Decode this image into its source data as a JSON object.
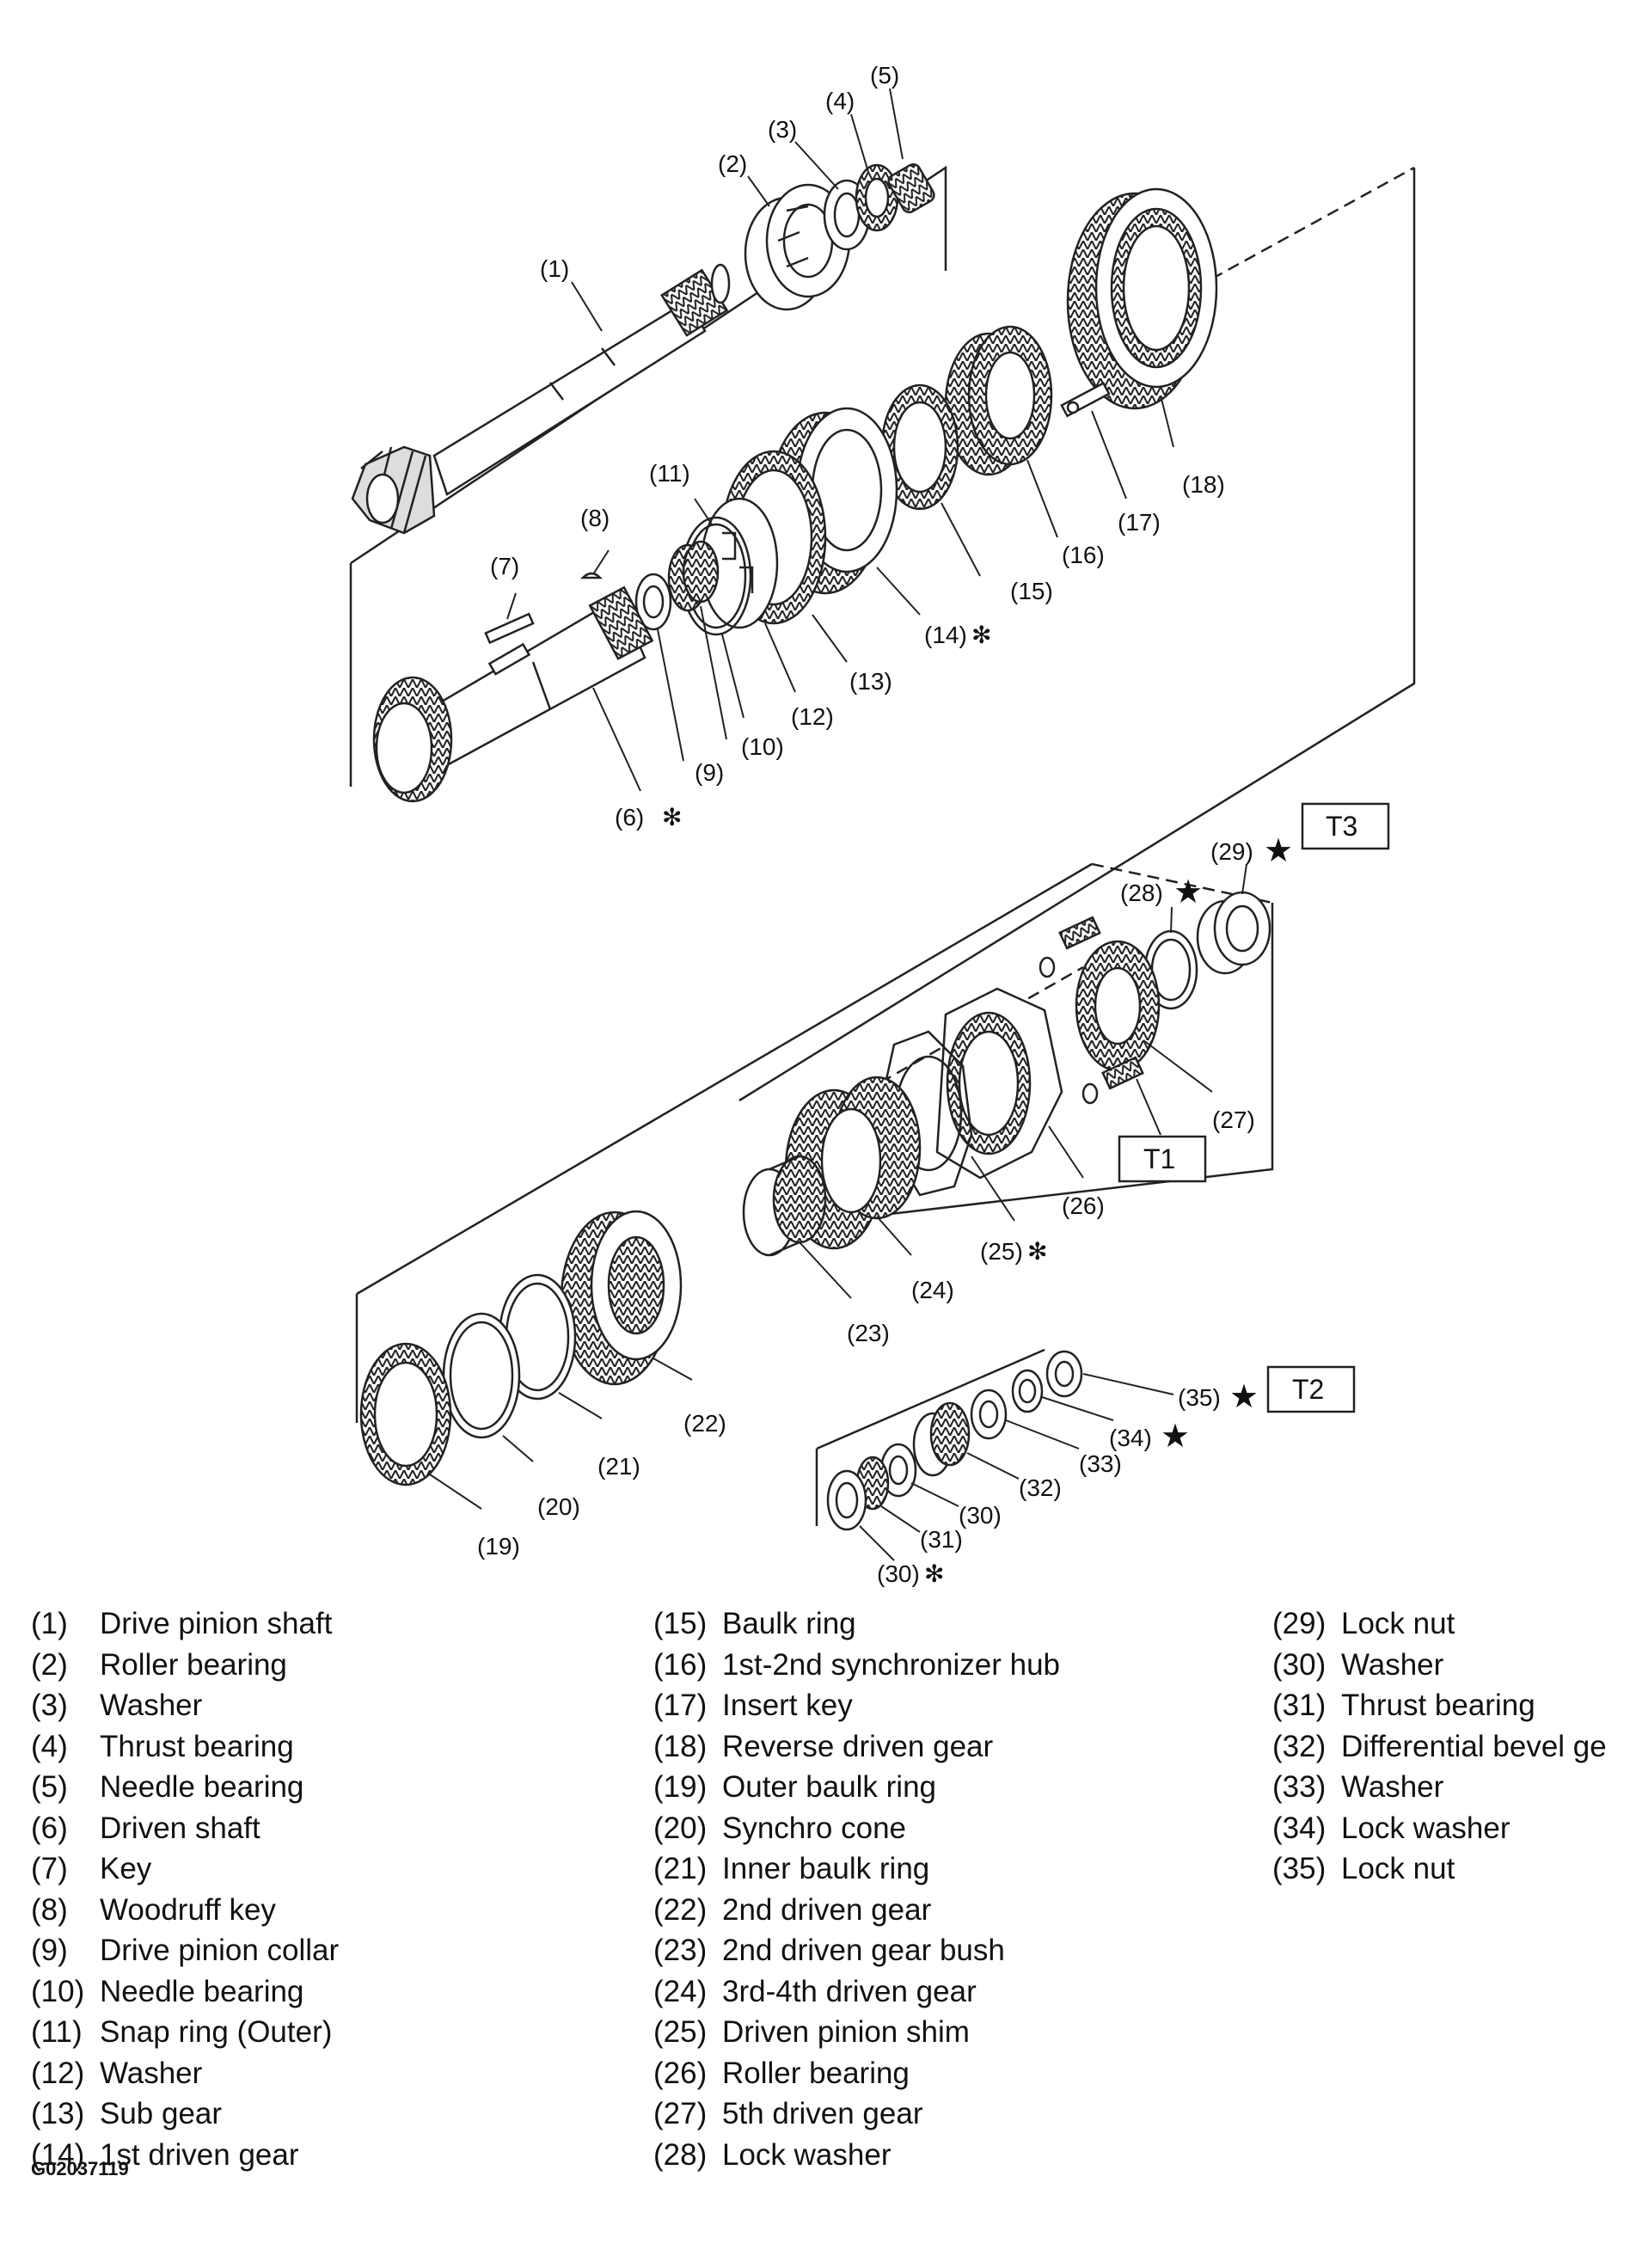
{
  "callouts": {
    "c1": "(1)",
    "c2": "(2)",
    "c3": "(3)",
    "c4": "(4)",
    "c5": "(5)",
    "c6": "(6)",
    "c7": "(7)",
    "c8": "(8)",
    "c9": "(9)",
    "c10": "(10)",
    "c11": "(11)",
    "c12": "(12)",
    "c13": "(13)",
    "c14": "(14)",
    "c15": "(15)",
    "c16": "(16)",
    "c17": "(17)",
    "c18": "(18)",
    "c19": "(19)",
    "c20": "(20)",
    "c21": "(21)",
    "c22": "(22)",
    "c23": "(23)",
    "c24": "(24)",
    "c25": "(25)",
    "c26": "(26)",
    "c27": "(27)",
    "c28": "(28)",
    "c29": "(29)",
    "c30a": "(30)",
    "c30b": "(30)",
    "c31": "(31)",
    "c32": "(32)",
    "c33": "(33)",
    "c34": "(34)",
    "c35": "(35)"
  },
  "symbols": {
    "star": "★",
    "asterisk": "✻"
  },
  "torque_boxes": {
    "t1": "T1",
    "t2": "T2",
    "t3": "T3"
  },
  "legend": {
    "col1": [
      {
        "num": "(1)",
        "name": "Drive pinion shaft"
      },
      {
        "num": "(2)",
        "name": "Roller bearing"
      },
      {
        "num": "(3)",
        "name": "Washer"
      },
      {
        "num": "(4)",
        "name": "Thrust bearing"
      },
      {
        "num": "(5)",
        "name": "Needle bearing"
      },
      {
        "num": "(6)",
        "name": "Driven shaft"
      },
      {
        "num": "(7)",
        "name": "Key"
      },
      {
        "num": "(8)",
        "name": "Woodruff key"
      },
      {
        "num": "(9)",
        "name": "Drive pinion collar"
      },
      {
        "num": "(10)",
        "name": "Needle bearing"
      },
      {
        "num": "(11)",
        "name": "Snap ring (Outer)"
      },
      {
        "num": "(12)",
        "name": "Washer"
      },
      {
        "num": "(13)",
        "name": "Sub gear"
      },
      {
        "num": "(14)",
        "name": "1st driven gear"
      }
    ],
    "col2": [
      {
        "num": "(15)",
        "name": "Baulk ring"
      },
      {
        "num": "(16)",
        "name": "1st-2nd synchronizer hub"
      },
      {
        "num": "(17)",
        "name": "Insert key"
      },
      {
        "num": "(18)",
        "name": "Reverse driven gear"
      },
      {
        "num": "(19)",
        "name": "Outer baulk ring"
      },
      {
        "num": "(20)",
        "name": "Synchro cone"
      },
      {
        "num": "(21)",
        "name": "Inner baulk ring"
      },
      {
        "num": "(22)",
        "name": "2nd driven gear"
      },
      {
        "num": "(23)",
        "name": "2nd driven gear bush"
      },
      {
        "num": "(24)",
        "name": "3rd-4th driven gear"
      },
      {
        "num": "(25)",
        "name": "Driven pinion shim"
      },
      {
        "num": "(26)",
        "name": "Roller bearing"
      },
      {
        "num": "(27)",
        "name": "5th driven gear"
      },
      {
        "num": "(28)",
        "name": "Lock washer"
      }
    ],
    "col3": [
      {
        "num": "(29)",
        "name": "Lock nut"
      },
      {
        "num": "(30)",
        "name": "Washer"
      },
      {
        "num": "(31)",
        "name": "Thrust bearing"
      },
      {
        "num": "(32)",
        "name": "Differential bevel ge"
      },
      {
        "num": "(33)",
        "name": "Washer"
      },
      {
        "num": "(34)",
        "name": "Lock washer"
      },
      {
        "num": "(35)",
        "name": "Lock nut"
      }
    ]
  },
  "figure_code": "G02037119"
}
